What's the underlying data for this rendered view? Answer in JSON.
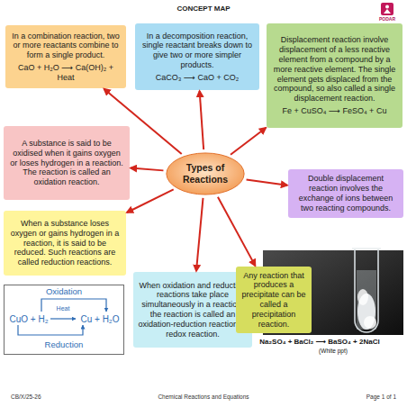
{
  "diagram": {
    "title": "CONCEPT MAP",
    "nodes": [
      {
        "text": [
          "In a combination reaction, two or more reactants combine to form a single product.",
          "CaO + H₂O ⟶ Ca(OH)₂ + Heat"
        ]
      },
      {
        "text": [
          "In a decomposition reaction, single reactant breaks down to give two or more simpler products.",
          "CaCO₃ ⟶ CaO + CO₂"
        ]
      },
      {
        "text": [
          "Displacement reaction involve displacement of a less reactive element from a compound by a more reactive element. The single element gets displaced from the compound, so also called a single displacement reaction.",
          "Fe + CuSO₄ ⟶ FeSO₄ + Cu"
        ]
      },
      {
        "text": [
          "A substance is said to be oxidised when it gains oxygen or loses hydrogen in a reaction. The reaction is called an oxidation reaction."
        ]
      },
      {
        "text": [
          "Types of Reactions"
        ]
      },
      {
        "text": [
          "Double displacement reaction involves the exchange of ions between two reacting compounds."
        ]
      },
      {
        "text": [
          "When a substance loses oxygen or gains hydrogen in a reaction, it is said to be reduced. Such reactions are called reduction reactions."
        ]
      },
      {
        "text": [
          "Oxidation",
          "Heat",
          "CuO + H₂",
          "Cu + H₂O",
          "Reduction"
        ]
      },
      {
        "text": [
          "When oxidation and reduction reactions take place simultaneously in a reaction, the reaction is called an oxidation-reduction reaction or redox reaction."
        ]
      },
      {
        "text": [
          "Any reaction that produces a precipitate can be called a precipitation reaction."
        ]
      }
    ],
    "edges": [
      {
        "from": 4,
        "to": 0,
        "arrow": "to"
      },
      {
        "from": 4,
        "to": 1,
        "arrow": "to"
      },
      {
        "from": 4,
        "to": 2,
        "arrow": "to"
      },
      {
        "from": 4,
        "to": 3,
        "arrow": "to"
      },
      {
        "from": 4,
        "to": 5,
        "arrow": "to"
      },
      {
        "from": 4,
        "to": 6,
        "arrow": "to"
      },
      {
        "from": 4,
        "to": 8,
        "arrow": "to"
      },
      {
        "from": 4,
        "to": 9,
        "arrow": "to"
      }
    ],
    "labels": [
      "PODAR",
      "Na₂SO₄ + BaCl₂ ⟶ BaSO₄ + 2NaCl",
      "(White ppt)",
      "CB/X/25-26",
      "Chemical Reactions and Equations",
      "Page 1 of 1"
    ]
  }
}
